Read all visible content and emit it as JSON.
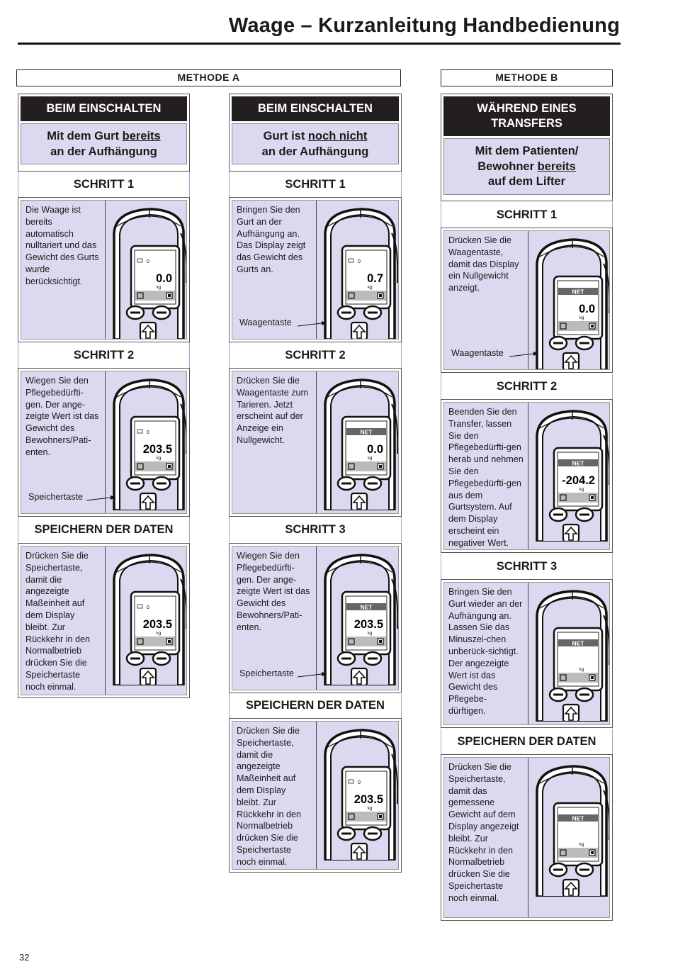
{
  "title": "Waage – Kurzanleitung Handbedienung",
  "page_number": "32",
  "method_a": {
    "label": "METHODE A"
  },
  "method_b": {
    "label": "METHODE B"
  },
  "columns": [
    {
      "header_black": "BEIM EINSCHALTEN",
      "header_sub_1": "Mit dem Gurt ",
      "header_sub_u": "bereits",
      "header_sub_2": "an der Aufhängung",
      "steps": [
        {
          "title": "SCHRITT 1",
          "text": "Die Waage ist bereits automatisch nulltariert und das Gewicht des Gurts wurde berücksichtigt.",
          "display": "0.0",
          "net": false,
          "callout": ""
        },
        {
          "title": "SCHRITT 2",
          "text": "Wiegen Sie den Pflegebedürfti-gen. Der ange-zeigte Wert ist das Gewicht des Bewohners/Pati-enten.",
          "display": "203.5",
          "net": false,
          "callout": "Speichertaste"
        },
        {
          "title": "SPEICHERN DER DATEN",
          "text": "Drücken Sie die Speichertaste, damit die angezeigte Maßeinheit auf dem Display bleibt. Zur Rückkehr in den Normalbetrieb drücken Sie die Speichertaste noch einmal.",
          "display": "203.5",
          "net": false,
          "callout": ""
        }
      ]
    },
    {
      "header_black": "BEIM EINSCHALTEN",
      "header_sub_1": "Gurt ist ",
      "header_sub_u": "noch nicht",
      "header_sub_2": "an der Aufhängung",
      "steps": [
        {
          "title": "SCHRITT 1",
          "text": "Bringen Sie den Gurt an der Aufhängung an. Das Display zeigt das Gewicht des Gurts an.",
          "display": "0.7",
          "net": false,
          "callout": "Waagentaste"
        },
        {
          "title": "SCHRITT 2",
          "text": "Drücken Sie die Waagentaste zum Tarieren. Jetzt erscheint auf der Anzeige ein Nullgewicht.",
          "display": "0.0",
          "net": true,
          "callout": ""
        },
        {
          "title": "SCHRITT 3",
          "text": "Wiegen Sie den Pflegebedürfti-gen. Der ange-zeigte Wert ist das Gewicht des Bewohners/Pati-enten.",
          "display": "203.5",
          "net": true,
          "callout": "Speichertaste"
        },
        {
          "title": "SPEICHERN DER DATEN",
          "text": "Drücken Sie die Speichertaste, damit die angezeigte Maßeinheit auf dem Display bleibt. Zur Rückkehr in den Normalbetrieb drücken Sie die Speichertaste noch einmal.",
          "display": "203.5",
          "net": false,
          "callout": ""
        }
      ]
    },
    {
      "header_black": "WÄHREND EINES TRANSFERS",
      "header_sub_1": "Mit dem Patienten/ Bewohner ",
      "header_sub_u": "bereits",
      "header_sub_2": "auf dem Lifter",
      "steps": [
        {
          "title": "SCHRITT 1",
          "text": "Drücken Sie die Waagentaste, damit das Display ein Nullgewicht anzeigt.",
          "display": "0.0",
          "net": true,
          "callout": "Waagentaste"
        },
        {
          "title": "SCHRITT 2",
          "text": "Beenden Sie den Transfer, lassen Sie den Pflegebedürfti-gen herab und nehmen Sie den Pflegebedürfti-gen aus dem Gurtsystem. Auf dem Display erscheint ein negativer Wert.",
          "display": "-204.2",
          "net": true,
          "callout": ""
        },
        {
          "title": "SCHRITT 3",
          "text": "Bringen Sie den Gurt wieder an der Aufhängung an. Lassen Sie das Minuszei-chen unberück-sichtigt. Der angezeigte Wert ist das Gewicht des Pflegebe-dürftigen.",
          "display": "",
          "net": true,
          "callout": ""
        },
        {
          "title": "SPEICHERN DER DATEN",
          "text": "Drücken Sie die Speichertaste, damit das gemessene Gewicht auf dem Display angezeigt bleibt. Zur Rückkehr in den Normalbetrieb drücken Sie die Speichertaste noch einmal.",
          "display": "",
          "net": true,
          "callout": ""
        }
      ]
    }
  ]
}
